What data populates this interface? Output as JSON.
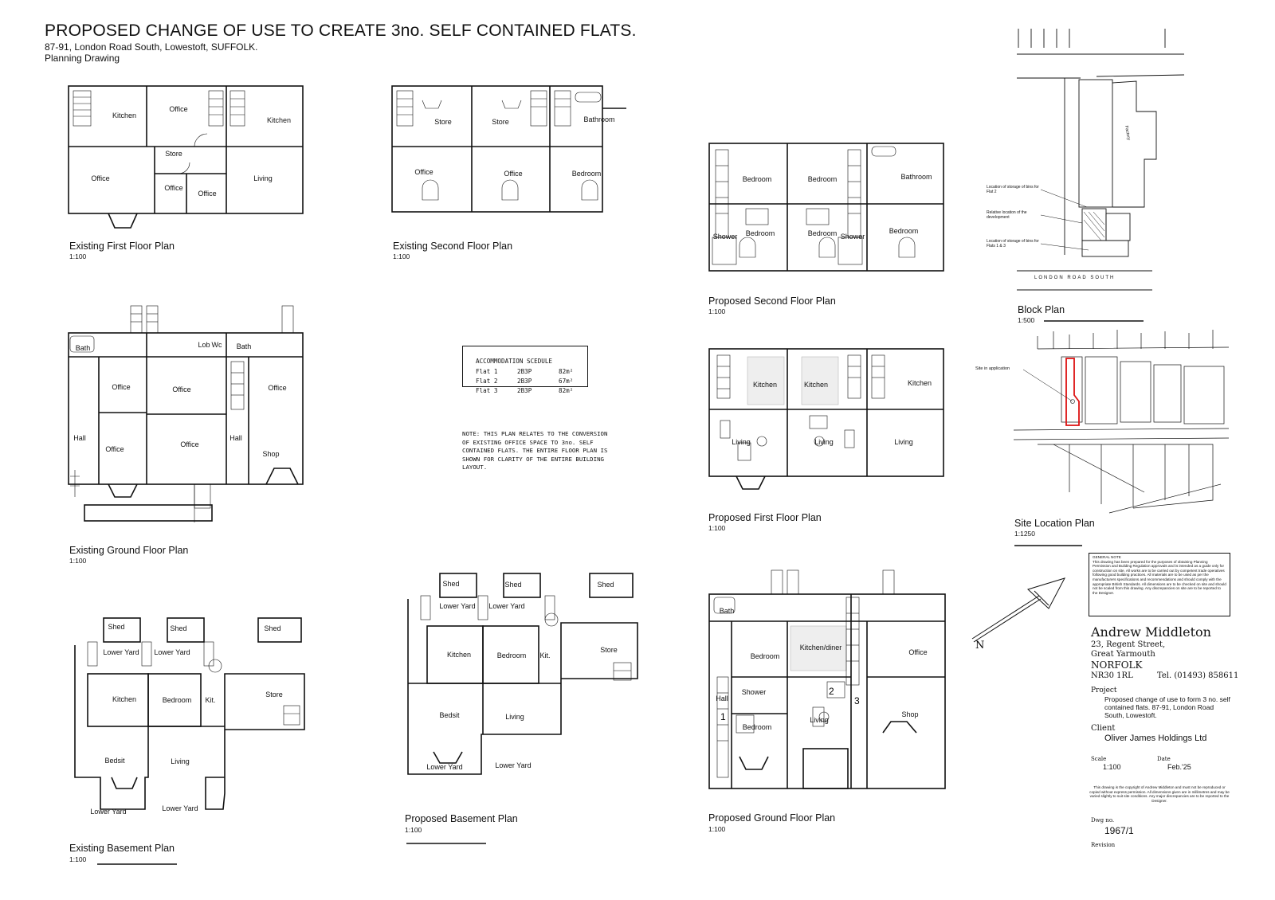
{
  "header": {
    "title": "PROPOSED CHANGE OF USE TO CREATE 3no. SELF CONTAINED FLATS.",
    "address": "87-91, London Road South, Lowestoft, SUFFOLK.",
    "sheet": "Planning Drawing"
  },
  "plans": {
    "existing_first": {
      "title": "Existing First Floor Plan",
      "scale": "1:100"
    },
    "existing_second": {
      "title": "Existing Second Floor Plan",
      "scale": "1:100"
    },
    "proposed_second": {
      "title": "Proposed Second Floor Plan",
      "scale": "1:100"
    },
    "block": {
      "title": "Block Plan",
      "scale": "1:500"
    },
    "existing_ground": {
      "title": "Existing Ground Floor Plan",
      "scale": "1:100"
    },
    "proposed_first": {
      "title": "Proposed First Floor Plan",
      "scale": "1:100"
    },
    "site_location": {
      "title": "Site Location Plan",
      "scale": "1:1250"
    },
    "existing_basement": {
      "title": "Existing Basement Plan",
      "scale": "1:100"
    },
    "proposed_basement": {
      "title": "Proposed Basement Plan",
      "scale": "1:100"
    },
    "proposed_ground": {
      "title": "Proposed Ground Floor Plan",
      "scale": "1:100"
    }
  },
  "rooms": {
    "ef": [
      "Kitchen",
      "Office",
      "Kitchen",
      "Store",
      "Office",
      "Office",
      "Office",
      "Living"
    ],
    "es": [
      "Store",
      "Store",
      "Bathroom",
      "Office",
      "Office",
      "Bedroom"
    ],
    "ps": [
      "Bedroom",
      "Bedroom",
      "Bathroom",
      "Bedroom",
      "Bedroom",
      "Shower",
      "Shower",
      "Bedroom"
    ],
    "eg": [
      "Bath",
      "Lob",
      "Wc",
      "Bath",
      "Office",
      "Office",
      "Office",
      "Hall",
      "Office",
      "Office",
      "Hall",
      "Shop"
    ],
    "pf": [
      "Kitchen",
      "Kitchen",
      "Kitchen",
      "Living",
      "Living",
      "Living"
    ],
    "eb": [
      "Shed",
      "Shed",
      "Shed",
      "Lower Yard",
      "Lower Yard",
      "Kitchen",
      "Bedroom",
      "Kit.",
      "Store",
      "Bedsit",
      "Living",
      "Lower Yard",
      "Lower Yard"
    ],
    "pb": [
      "Shed",
      "Shed",
      "Shed",
      "Lower Yard",
      "Lower Yard",
      "Kitchen",
      "Bedroom",
      "Kit.",
      "Store",
      "Bedsit",
      "Living",
      "Lower Yard",
      "Lower Yard"
    ],
    "pg": [
      "Bath",
      "Bedroom",
      "Kitchen/diner",
      "Office",
      "Shower",
      "Living",
      "Bedroom",
      "Shop",
      "Hall"
    ]
  },
  "block_labels": [
    "LONDON ROAD SOUTH",
    "Factory",
    "Location of storage of bins for Flat 2",
    "Relative location of the development",
    "Location of storage of bins for Flats 1 & 3"
  ],
  "site_labels": [
    "Site in application"
  ],
  "schedule": {
    "heading": "ACCOMMODATION SCEDULE",
    "rows": [
      {
        "flat": "Flat 1",
        "type": "2B3P",
        "area": "82m²"
      },
      {
        "flat": "Flat 2",
        "type": "2B3P",
        "area": "67m²"
      },
      {
        "flat": "Flat 3",
        "type": "2B3P",
        "area": "82m²"
      }
    ]
  },
  "note": "NOTE: THIS PLAN RELATES TO THE CONVERSION OF EXISTING OFFICE SPACE TO 3no. SELF CONTAINED FLATS. THE ENTIRE FLOOR PLAN IS SHOWN FOR CLARITY OF THE ENTIRE BUILDING LAYOUT.",
  "general_note": {
    "heading": "GENERAL NOTE",
    "body": "This drawing has been prepared for the purposes of obtaining Planning Permission and Building Regulation approvals and is intended as a guide only for construction on site. All works are to be carried out by competent trade operatives following good building practices. All materials are to be used as per the manufacturers specifications and recommendations and should comply with the appropriate British Standards. All dimensions are to be checked on site and should not be scaled from this drawing. Any discrepancies on site are to be reported to the Designer."
  },
  "title_block": {
    "designer": "Andrew Middleton",
    "addr1": "23, Regent Street,",
    "addr2": "Great Yarmouth",
    "addr3": "NORFOLK",
    "postcode": "NR30 1RL",
    "tel": "Tel. (01493) 858611",
    "project_label": "Project",
    "project": "Proposed change of use to form 3 no. self contained flats. 87-91, London Road South, Lowestoft.",
    "client_label": "Client",
    "client": "Oliver James Holdings Ltd",
    "scale_label": "Scale",
    "scale": "1:100",
    "date_label": "Date",
    "date": "Feb.'25",
    "copyright": "This drawing is the copyright of Andrew Middleton and must not be reproduced or copied without express permission. All dimensions given are in millimetres and may be varied slightly to suit site conditions. Any major discrepancies are to be reported to the Designer.",
    "dwg_label": "Dwg no.",
    "dwg_no": "1967/1",
    "revision_label": "Revision"
  },
  "north_label": "N",
  "flat_numbers": [
    "1",
    "2",
    "3"
  ]
}
